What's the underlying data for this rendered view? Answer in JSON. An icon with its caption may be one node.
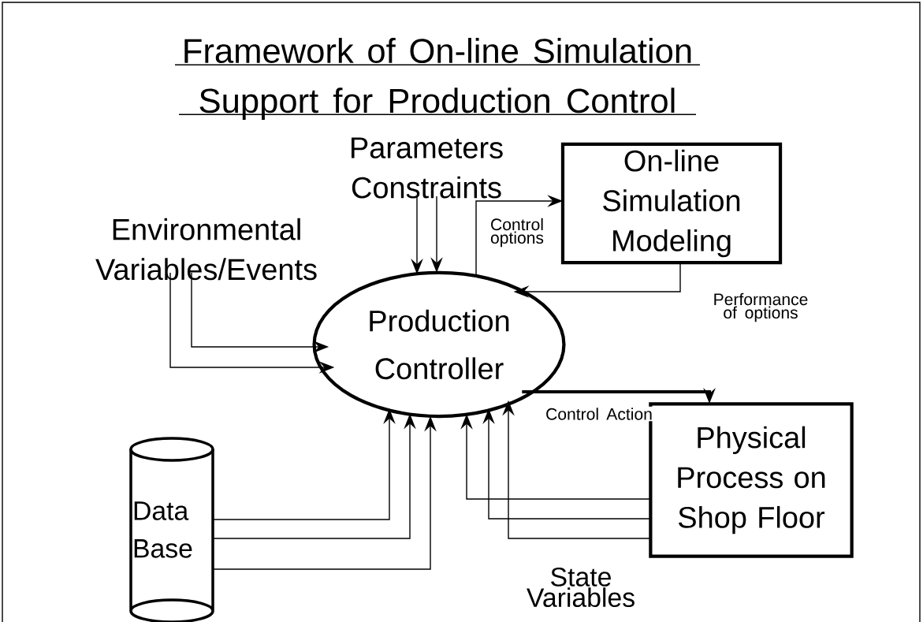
{
  "diagram": {
    "title": "Framework of On-line Simulation Support for Production Control",
    "nodes": [
      {
        "text": [
          "Environmental Variables/Events"
        ]
      },
      {
        "text": [
          "Parameters Constraints"
        ]
      },
      {
        "text": [
          "On-line Simulation Modeling"
        ]
      },
      {
        "text": [
          "Production Controller"
        ]
      },
      {
        "text": [
          "Physical Process on Shop Floor"
        ]
      },
      {
        "text": [
          "Data Base"
        ]
      }
    ],
    "edges": [
      {
        "from": 0,
        "to": 3,
        "arrow": "to"
      },
      {
        "from": 0,
        "to": 3,
        "arrow": "to"
      },
      {
        "from": 1,
        "to": 3,
        "arrow": "to"
      },
      {
        "from": 1,
        "to": 3,
        "arrow": "to"
      },
      {
        "from": 3,
        "to": 2,
        "arrow": "to",
        "label": "Control options"
      },
      {
        "from": 2,
        "to": 3,
        "arrow": "to",
        "label": "Performance of options"
      },
      {
        "from": 3,
        "to": 4,
        "arrow": "to",
        "label": "Control Action",
        "style": "thick"
      },
      {
        "from": 5,
        "to": 3,
        "arrow": "to"
      },
      {
        "from": 5,
        "to": 3,
        "arrow": "to"
      },
      {
        "from": 5,
        "to": 3,
        "arrow": "to"
      },
      {
        "from": 4,
        "to": 3,
        "arrow": "to"
      },
      {
        "from": 4,
        "to": 3,
        "arrow": "to"
      },
      {
        "from": 4,
        "to": 3,
        "arrow": "to",
        "label": "State Variables"
      }
    ]
  }
}
